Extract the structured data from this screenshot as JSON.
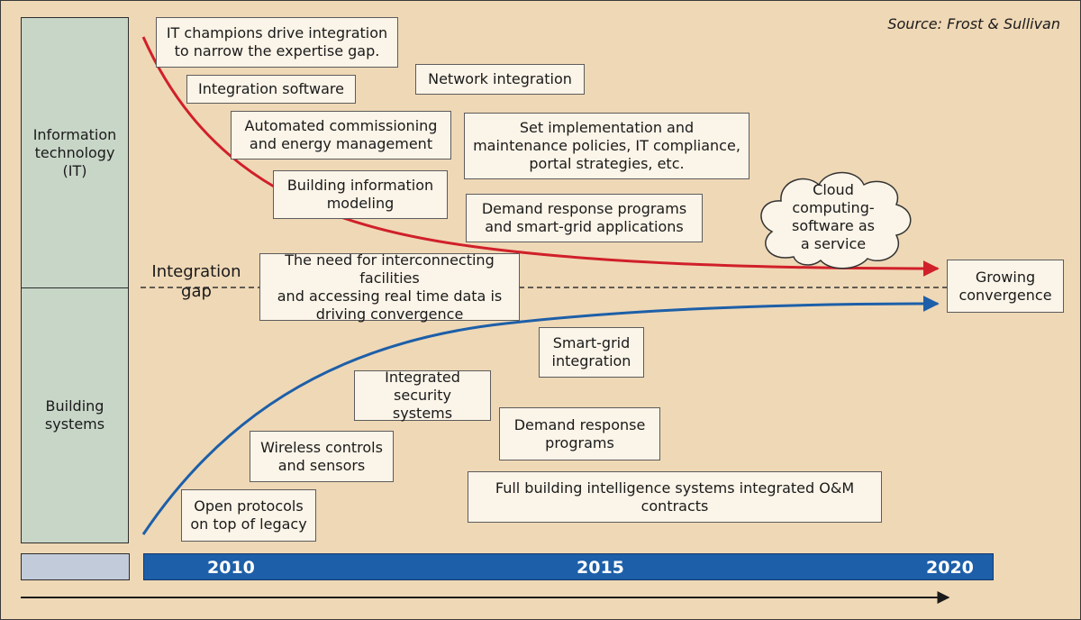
{
  "source": "Source: Frost & Sullivan",
  "panels": {
    "it": "Information\ntechnology\n(IT)",
    "building": "Building\nsystems"
  },
  "gap_label": "Integration\ngap",
  "it_boxes": [
    "IT champions drive integration\nto narrow the expertise gap.",
    "Integration software",
    "Network integration",
    "Automated commissioning\nand energy management",
    "Set implementation and\nmaintenance policies, IT compliance,\nportal strategies, etc.",
    "Building information\nmodeling",
    "Demand response programs\nand smart-grid applications"
  ],
  "cloud": "Cloud\ncomputing-\nsoftware as\na service",
  "convergence": "Growing\nconvergence",
  "gap_box": "The need for interconnecting facilities\nand accessing real time data is\ndriving convergence",
  "building_boxes": [
    "Smart-grid\nintegration",
    "Integrated security\nsystems",
    "Demand response\nprograms",
    "Wireless controls\nand sensors",
    "Full building intelligence systems integrated O&M\ncontracts",
    "Open protocols\non top of legacy"
  ],
  "timeline": {
    "years": [
      "2010",
      "2015",
      "2020"
    ]
  },
  "colors": {
    "background": "#efd8b6",
    "it_curve": "#d0202a",
    "building_curve": "#1d5fa8",
    "panel": "#c8d6c8",
    "timeline": "#1d5fa8"
  }
}
